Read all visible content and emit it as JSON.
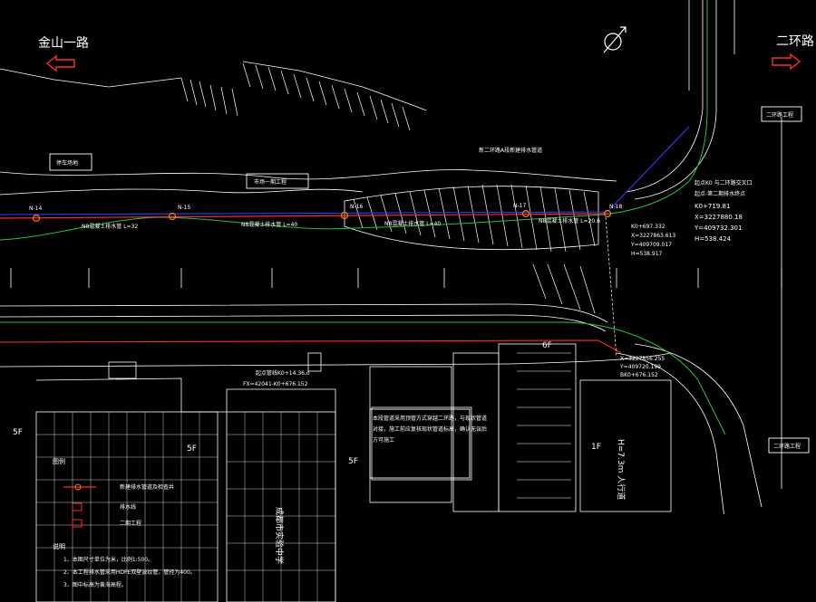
{
  "roads": {
    "left_name": "金山一路",
    "right_name": "二环路"
  },
  "boxes": {
    "stop_left": "停车场地",
    "building_top": "市场一期工程",
    "right_top": "二环路工程",
    "right_bottom": "二环路工程"
  },
  "stakes": [
    "N-14",
    "N-15",
    "N-16",
    "N-17",
    "N-18"
  ],
  "pipe_labels": [
    "N8混凝土排水管 L=32",
    "N8混凝土排水管 L=40",
    "N8混凝土排水管 L=40",
    "N8混凝土排水管 L=20.6"
  ],
  "top_note": "新二环路A段新建排水管道",
  "coords_top": {
    "line1": "起点K0  与二环路交叉口",
    "line2": "起点-第二期排水终点",
    "k": "K0+719.81",
    "x": "X=3227880.18",
    "y": "Y=409732.301",
    "h": "H=538.424"
  },
  "coords_mid": {
    "k": "K0+697.332",
    "x": "X=3227863.613",
    "y": "Y=409709.017",
    "h": "H=538.917"
  },
  "coords_low": {
    "x": "X=3227856.255",
    "y": "Y=409720.199",
    "k": "BK0+676.152"
  },
  "coords_left": {
    "a": "起点管线K0+14.36.o",
    "b": "FX=42041-K0+676.152"
  },
  "note_box": {
    "line1": "本段管道采用顶管方式穿越二环路，与现状管道",
    "line2": "对接，施工前应复核现状管道标高，确认无误后",
    "line3": "方可施工"
  },
  "floors": {
    "a": "5F",
    "b": "5F",
    "c": "5F",
    "d": "6F",
    "e": "1F"
  },
  "vertical_labels": {
    "school": "成都市实验中学",
    "right_road": "H=7.3m 人行道"
  },
  "legend": {
    "title": "图例",
    "items": [
      "新建排水管道及检查井",
      "排水线",
      "二期工程"
    ],
    "notes_title": "说明",
    "notes": [
      "1、本图尺寸单位为米，比例1:500。",
      "2、本工程排水管采用HDPE双壁波纹管，管径为400。",
      "3、图中标高为黄海高程。"
    ]
  },
  "colors": {
    "line": "#ffffff",
    "red": "#ff2a2a",
    "green": "#21c43a",
    "blue": "#2f3dff"
  }
}
